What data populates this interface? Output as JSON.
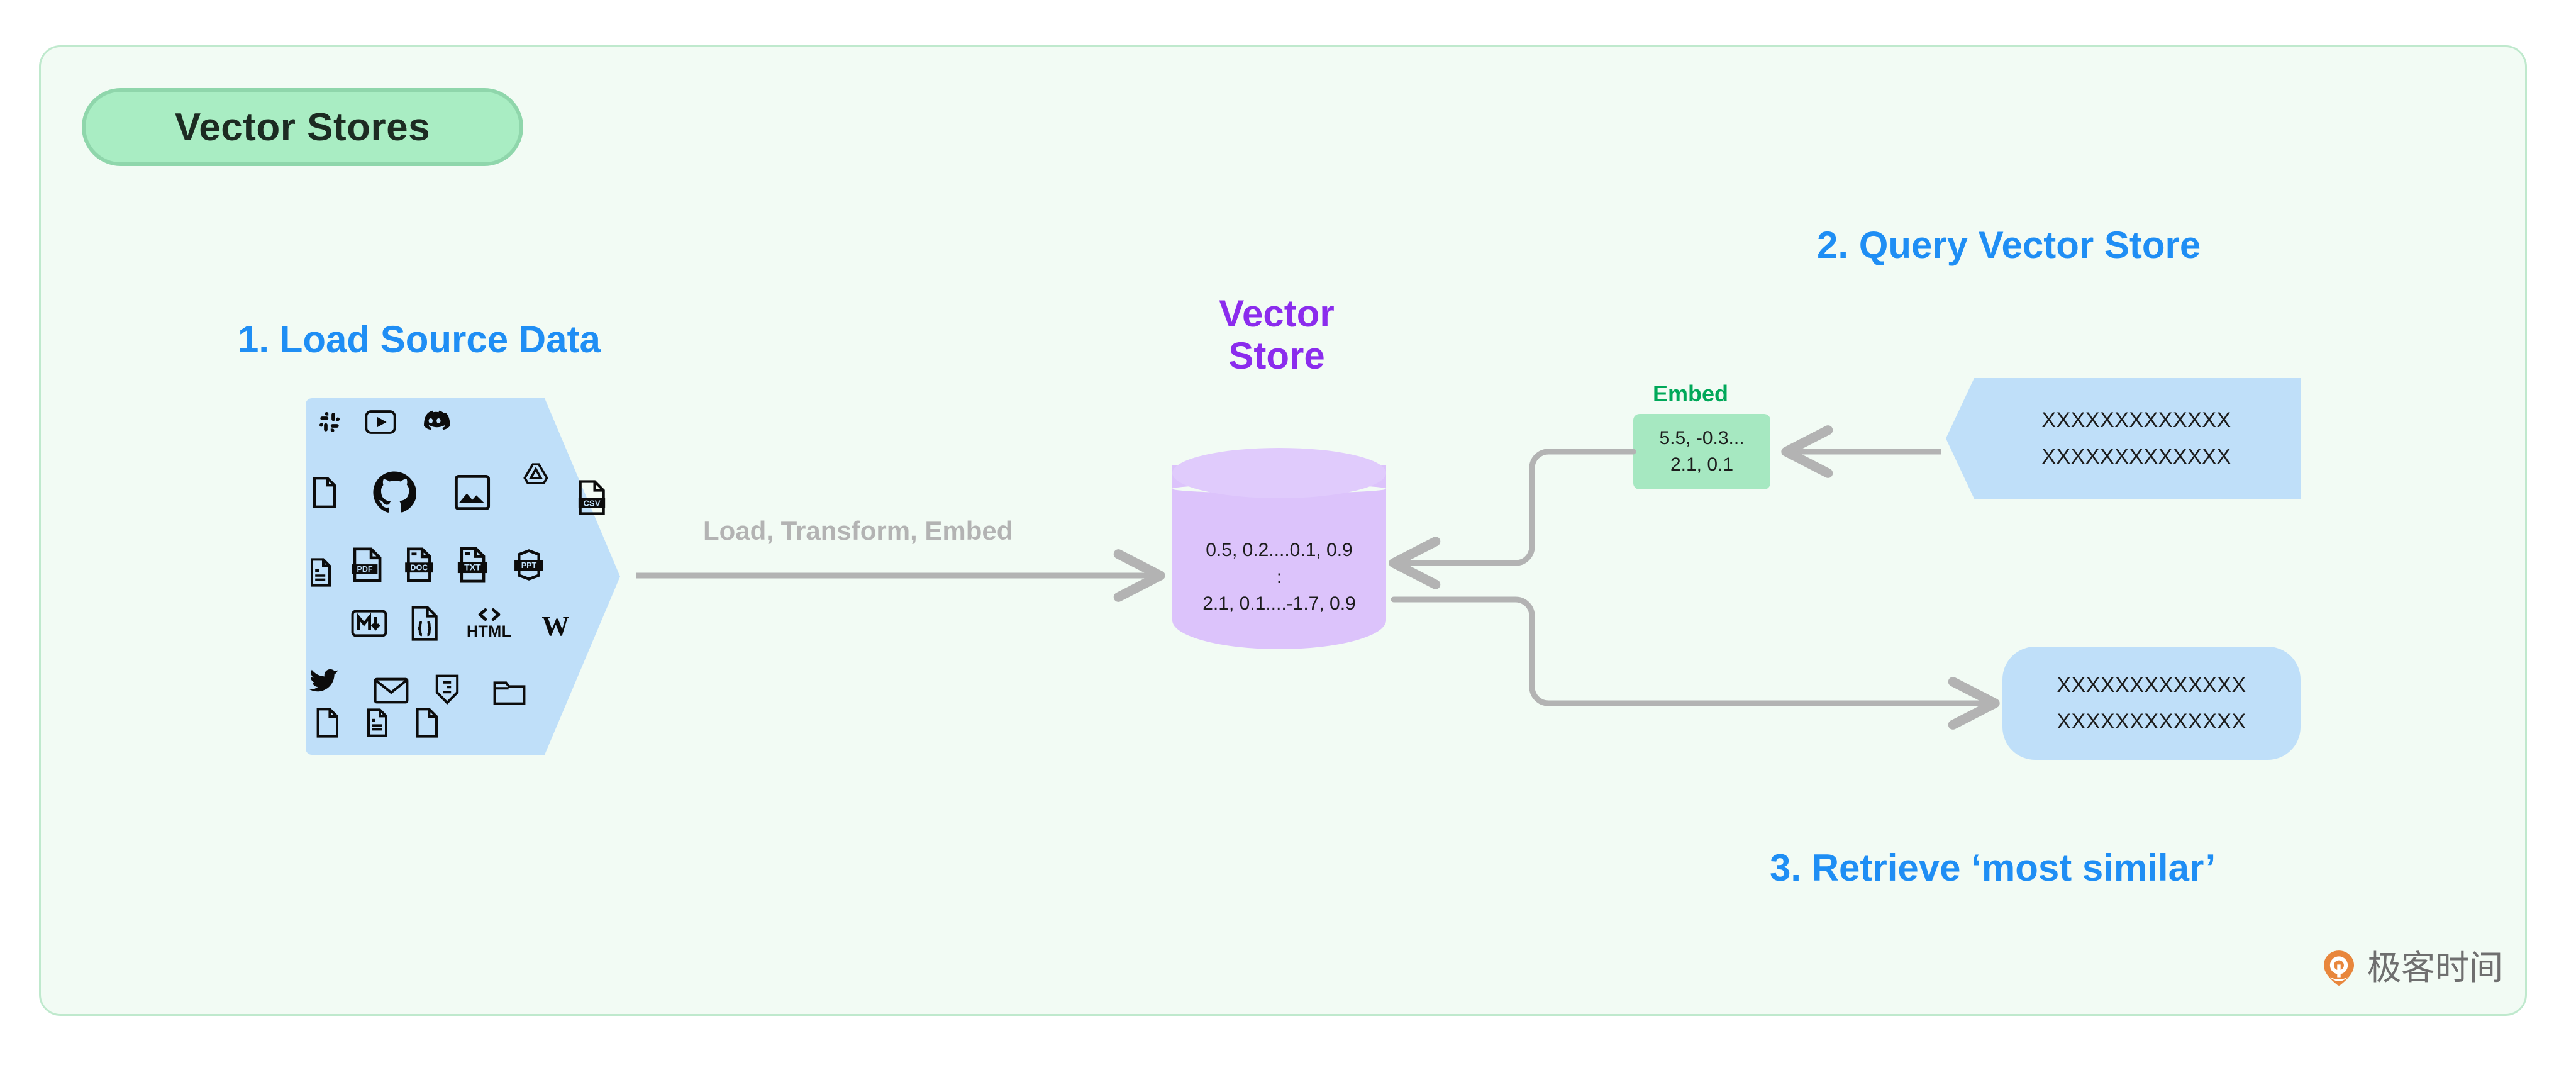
{
  "panel": {
    "background_color": "#f2fbf4",
    "border_color": "#bfe9cd"
  },
  "badge": {
    "label": "Vector Stores",
    "fill_color": "#a9edc3",
    "border_color": "#8fd6ab",
    "text_color": "#1c2b22"
  },
  "headings": {
    "accent_color": "#1f8ef4",
    "load": "1.  Load Source Data",
    "query": "2.  Query Vector Store",
    "retrieve": "3. Retrieve ‘most similar’"
  },
  "vector_store": {
    "title_line1": "Vector",
    "title_line2": "Store",
    "title_color": "#8b2ced",
    "cylinder_fill": "#dcc3fb",
    "cylinder_top_fill": "#e0cbfc",
    "rows": [
      "0.5, 0.2....0.1, 0.9",
      ":",
      "2.1, 0.1....-1.7, 0.9"
    ]
  },
  "source": {
    "fill_color": "#bfdff9",
    "icons": [
      "slack-icon",
      "youtube-icon",
      "discord-icon",
      "file-blank-icon",
      "github-icon",
      "image-icon",
      "google-drive-icon",
      "csv-file-icon",
      "file-lines-icon",
      "pdf-file-icon",
      "doc-file-icon",
      "txt-file-icon",
      "ppt-file-icon",
      "markdown-icon",
      "json-file-icon",
      "html-icon",
      "wikipedia-icon",
      "twitter-icon",
      "mail-icon",
      "css3-icon",
      "folder-icon",
      "file-blank-icon",
      "file-lines-icon",
      "file-blank-icon"
    ]
  },
  "pipeline_arrow": {
    "label": "Load, Transform, Embed",
    "color": "#b3b3b3"
  },
  "embed": {
    "label": "Embed",
    "label_color": "#00a859",
    "fill_color": "#a6e8c1",
    "rows": [
      "5.5, -0.3...",
      "2.1, 0.1"
    ]
  },
  "query_input": {
    "fill_color": "#bfdff9",
    "rows": [
      "XXXXXXXXXXXXX",
      "XXXXXXXXXXXXX"
    ]
  },
  "retrieve_result": {
    "fill_color": "#bfdff9",
    "rows": [
      "XXXXXXXXXXXXX",
      "XXXXXXXXXXXXX"
    ]
  },
  "watermark": {
    "text": "极客时间",
    "logo_color": "#e8863c",
    "text_color": "#6f6f6f"
  }
}
